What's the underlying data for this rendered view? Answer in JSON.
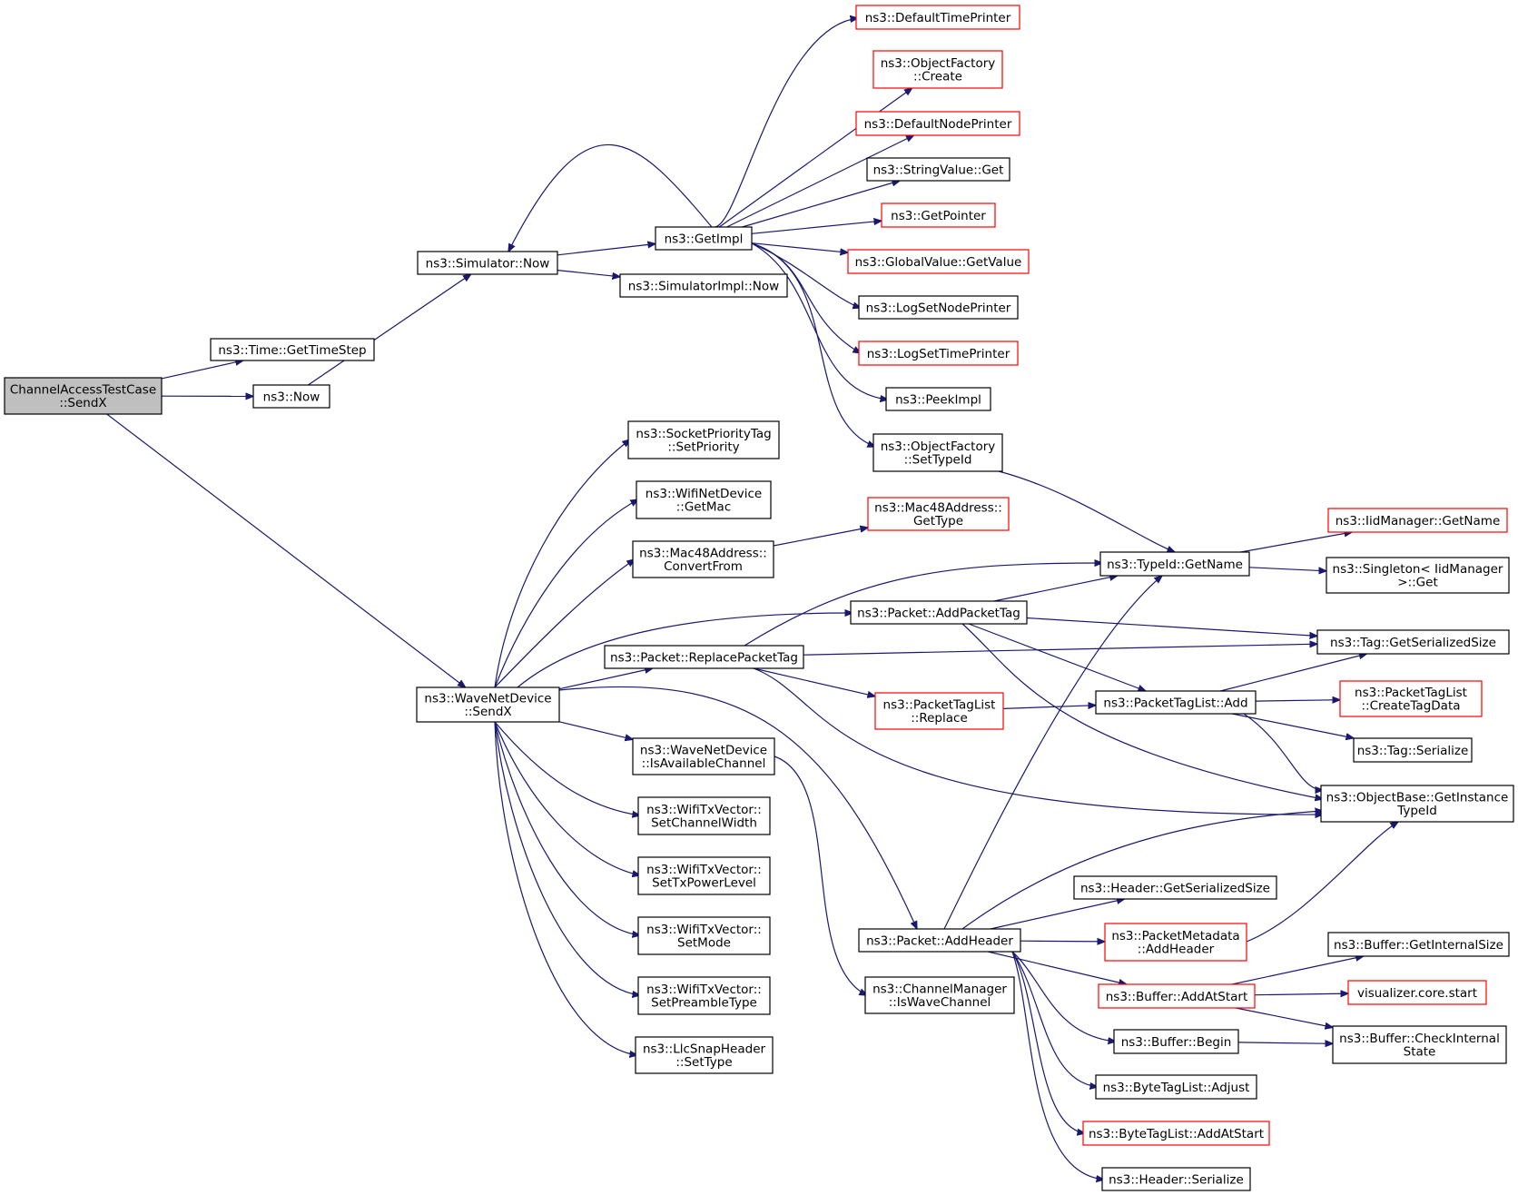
{
  "graph": {
    "nodes": [
      {
        "id": "root",
        "style": "root",
        "lines": [
          "ChannelAccessTestCase",
          "::SendX"
        ]
      },
      {
        "id": "gettimestep",
        "style": "normal",
        "lines": [
          "ns3::Time::GetTimeStep"
        ]
      },
      {
        "id": "now",
        "style": "normal",
        "lines": [
          "ns3::Now"
        ]
      },
      {
        "id": "simnow",
        "style": "normal",
        "lines": [
          "ns3::Simulator::Now"
        ]
      },
      {
        "id": "getimpl",
        "style": "normal",
        "lines": [
          "ns3::GetImpl"
        ]
      },
      {
        "id": "simimplnow",
        "style": "normal",
        "lines": [
          "ns3::SimulatorImpl::Now"
        ]
      },
      {
        "id": "deftimeprinter",
        "style": "ref",
        "lines": [
          "ns3::DefaultTimePrinter"
        ]
      },
      {
        "id": "objfactorycreate",
        "style": "ref",
        "lines": [
          "ns3::ObjectFactory",
          "::Create"
        ]
      },
      {
        "id": "defnodeprinter",
        "style": "ref",
        "lines": [
          "ns3::DefaultNodePrinter"
        ]
      },
      {
        "id": "stringvalueget",
        "style": "normal",
        "lines": [
          "ns3::StringValue::Get"
        ]
      },
      {
        "id": "getpointer",
        "style": "ref",
        "lines": [
          "ns3::GetPointer"
        ]
      },
      {
        "id": "globalvalue",
        "style": "ref",
        "lines": [
          "ns3::GlobalValue::GetValue"
        ]
      },
      {
        "id": "logsetnode",
        "style": "normal",
        "lines": [
          "ns3::LogSetNodePrinter"
        ]
      },
      {
        "id": "logsettime",
        "style": "ref",
        "lines": [
          "ns3::LogSetTimePrinter"
        ]
      },
      {
        "id": "peekimpl",
        "style": "normal",
        "lines": [
          "ns3::PeekImpl"
        ]
      },
      {
        "id": "settypeid",
        "style": "normal",
        "lines": [
          "ns3::ObjectFactory",
          "::SetTypeId"
        ]
      },
      {
        "id": "wavesendx",
        "style": "normal",
        "lines": [
          "ns3::WaveNetDevice",
          "::SendX"
        ]
      },
      {
        "id": "setpriority",
        "style": "normal",
        "lines": [
          "ns3::SocketPriorityTag",
          "::SetPriority"
        ]
      },
      {
        "id": "getmac",
        "style": "normal",
        "lines": [
          "ns3::WifiNetDevice",
          "::GetMac"
        ]
      },
      {
        "id": "convertfrom",
        "style": "normal",
        "lines": [
          "ns3::Mac48Address::",
          "ConvertFrom"
        ]
      },
      {
        "id": "mac48gettype",
        "style": "ref",
        "lines": [
          "ns3::Mac48Address::",
          "GetType"
        ]
      },
      {
        "id": "addpackettag",
        "style": "normal",
        "lines": [
          "ns3::Packet::AddPacketTag"
        ]
      },
      {
        "id": "replacepackettag",
        "style": "normal",
        "lines": [
          "ns3::Packet::ReplacePacketTag"
        ]
      },
      {
        "id": "isavailable",
        "style": "normal",
        "lines": [
          "ns3::WaveNetDevice",
          "::IsAvailableChannel"
        ]
      },
      {
        "id": "setchannelwidth",
        "style": "normal",
        "lines": [
          "ns3::WifiTxVector::",
          "SetChannelWidth"
        ]
      },
      {
        "id": "settxpower",
        "style": "normal",
        "lines": [
          "ns3::WifiTxVector::",
          "SetTxPowerLevel"
        ]
      },
      {
        "id": "setmode",
        "style": "normal",
        "lines": [
          "ns3::WifiTxVector::",
          "SetMode"
        ]
      },
      {
        "id": "setpreamble",
        "style": "normal",
        "lines": [
          "ns3::WifiTxVector::",
          "SetPreambleType"
        ]
      },
      {
        "id": "llcsettype",
        "style": "normal",
        "lines": [
          "ns3::LlcSnapHeader",
          "::SetType"
        ]
      },
      {
        "id": "typeidgetname",
        "style": "normal",
        "lines": [
          "ns3::TypeId::GetName"
        ]
      },
      {
        "id": "iidgetname",
        "style": "ref",
        "lines": [
          "ns3::IidManager::GetName"
        ]
      },
      {
        "id": "singletonget",
        "style": "normal",
        "lines": [
          "ns3::Singleton< IidManager",
          ">::Get"
        ]
      },
      {
        "id": "taggetsize",
        "style": "normal",
        "lines": [
          "ns3::Tag::GetSerializedSize"
        ]
      },
      {
        "id": "ptlreplace",
        "style": "ref",
        "lines": [
          "ns3::PacketTagList",
          "::Replace"
        ]
      },
      {
        "id": "ptladd",
        "style": "normal",
        "lines": [
          "ns3::PacketTagList::Add"
        ]
      },
      {
        "id": "createtagdata",
        "style": "ref",
        "lines": [
          "ns3::PacketTagList",
          "::CreateTagData"
        ]
      },
      {
        "id": "tagserialize",
        "style": "normal",
        "lines": [
          "ns3::Tag::Serialize"
        ]
      },
      {
        "id": "getinstancetypeid",
        "style": "normal",
        "lines": [
          "ns3::ObjectBase::GetInstance",
          "TypeId"
        ]
      },
      {
        "id": "headergetsize",
        "style": "normal",
        "lines": [
          "ns3::Header::GetSerializedSize"
        ]
      },
      {
        "id": "addheader",
        "style": "normal",
        "lines": [
          "ns3::Packet::AddHeader"
        ]
      },
      {
        "id": "pmaddheader",
        "style": "ref",
        "lines": [
          "ns3::PacketMetadata",
          "::AddHeader"
        ]
      },
      {
        "id": "iswavechannel",
        "style": "normal",
        "lines": [
          "ns3::ChannelManager",
          "::IsWaveChannel"
        ]
      },
      {
        "id": "bufgetinternal",
        "style": "normal",
        "lines": [
          "ns3::Buffer::GetInternalSize"
        ]
      },
      {
        "id": "bufaddatstart",
        "style": "ref",
        "lines": [
          "ns3::Buffer::AddAtStart"
        ]
      },
      {
        "id": "vizstart",
        "style": "ref",
        "lines": [
          "visualizer.core.start"
        ]
      },
      {
        "id": "bufbegin",
        "style": "normal",
        "lines": [
          "ns3::Buffer::Begin"
        ]
      },
      {
        "id": "bufcheck",
        "style": "normal",
        "lines": [
          "ns3::Buffer::CheckInternal",
          "State"
        ]
      },
      {
        "id": "btladjust",
        "style": "normal",
        "lines": [
          "ns3::ByteTagList::Adjust"
        ]
      },
      {
        "id": "btladdatstart",
        "style": "ref",
        "lines": [
          "ns3::ByteTagList::AddAtStart"
        ]
      },
      {
        "id": "headerserialize",
        "style": "normal",
        "lines": [
          "ns3::Header::Serialize"
        ]
      }
    ],
    "edges": [
      [
        "root",
        "gettimestep"
      ],
      [
        "root",
        "now"
      ],
      [
        "root",
        "wavesendx"
      ],
      [
        "now",
        "simnow"
      ],
      [
        "simnow",
        "getimpl"
      ],
      [
        "simnow",
        "simimplnow"
      ],
      [
        "getimpl",
        "deftimeprinter"
      ],
      [
        "getimpl",
        "objfactorycreate"
      ],
      [
        "getimpl",
        "defnodeprinter"
      ],
      [
        "getimpl",
        "stringvalueget"
      ],
      [
        "getimpl",
        "getpointer"
      ],
      [
        "getimpl",
        "globalvalue"
      ],
      [
        "getimpl",
        "logsetnode"
      ],
      [
        "getimpl",
        "logsettime"
      ],
      [
        "getimpl",
        "peekimpl"
      ],
      [
        "getimpl",
        "settypeid"
      ],
      [
        "getimpl",
        "simnow"
      ],
      [
        "settypeid",
        "typeidgetname"
      ],
      [
        "wavesendx",
        "setpriority"
      ],
      [
        "wavesendx",
        "getmac"
      ],
      [
        "wavesendx",
        "convertfrom"
      ],
      [
        "wavesendx",
        "addpackettag"
      ],
      [
        "wavesendx",
        "replacepackettag"
      ],
      [
        "wavesendx",
        "isavailable"
      ],
      [
        "wavesendx",
        "setchannelwidth"
      ],
      [
        "wavesendx",
        "settxpower"
      ],
      [
        "wavesendx",
        "setmode"
      ],
      [
        "wavesendx",
        "setpreamble"
      ],
      [
        "wavesendx",
        "llcsettype"
      ],
      [
        "wavesendx",
        "addheader"
      ],
      [
        "convertfrom",
        "mac48gettype"
      ],
      [
        "addpackettag",
        "typeidgetname"
      ],
      [
        "addpackettag",
        "taggetsize"
      ],
      [
        "addpackettag",
        "ptladd"
      ],
      [
        "addpackettag",
        "getinstancetypeid"
      ],
      [
        "replacepackettag",
        "typeidgetname"
      ],
      [
        "replacepackettag",
        "taggetsize"
      ],
      [
        "replacepackettag",
        "ptlreplace"
      ],
      [
        "replacepackettag",
        "getinstancetypeid"
      ],
      [
        "isavailable",
        "iswavechannel"
      ],
      [
        "typeidgetname",
        "iidgetname"
      ],
      [
        "typeidgetname",
        "singletonget"
      ],
      [
        "ptlreplace",
        "ptladd"
      ],
      [
        "ptladd",
        "taggetsize"
      ],
      [
        "ptladd",
        "createtagdata"
      ],
      [
        "ptladd",
        "tagserialize"
      ],
      [
        "ptladd",
        "getinstancetypeid"
      ],
      [
        "addheader",
        "typeidgetname"
      ],
      [
        "addheader",
        "getinstancetypeid"
      ],
      [
        "addheader",
        "headergetsize"
      ],
      [
        "addheader",
        "pmaddheader"
      ],
      [
        "addheader",
        "bufaddatstart"
      ],
      [
        "addheader",
        "bufbegin"
      ],
      [
        "addheader",
        "btladjust"
      ],
      [
        "addheader",
        "btladdatstart"
      ],
      [
        "addheader",
        "headerserialize"
      ],
      [
        "pmaddheader",
        "getinstancetypeid"
      ],
      [
        "bufaddatstart",
        "bufgetinternal"
      ],
      [
        "bufaddatstart",
        "vizstart"
      ],
      [
        "bufaddatstart",
        "bufcheck"
      ],
      [
        "bufbegin",
        "bufcheck"
      ]
    ]
  }
}
